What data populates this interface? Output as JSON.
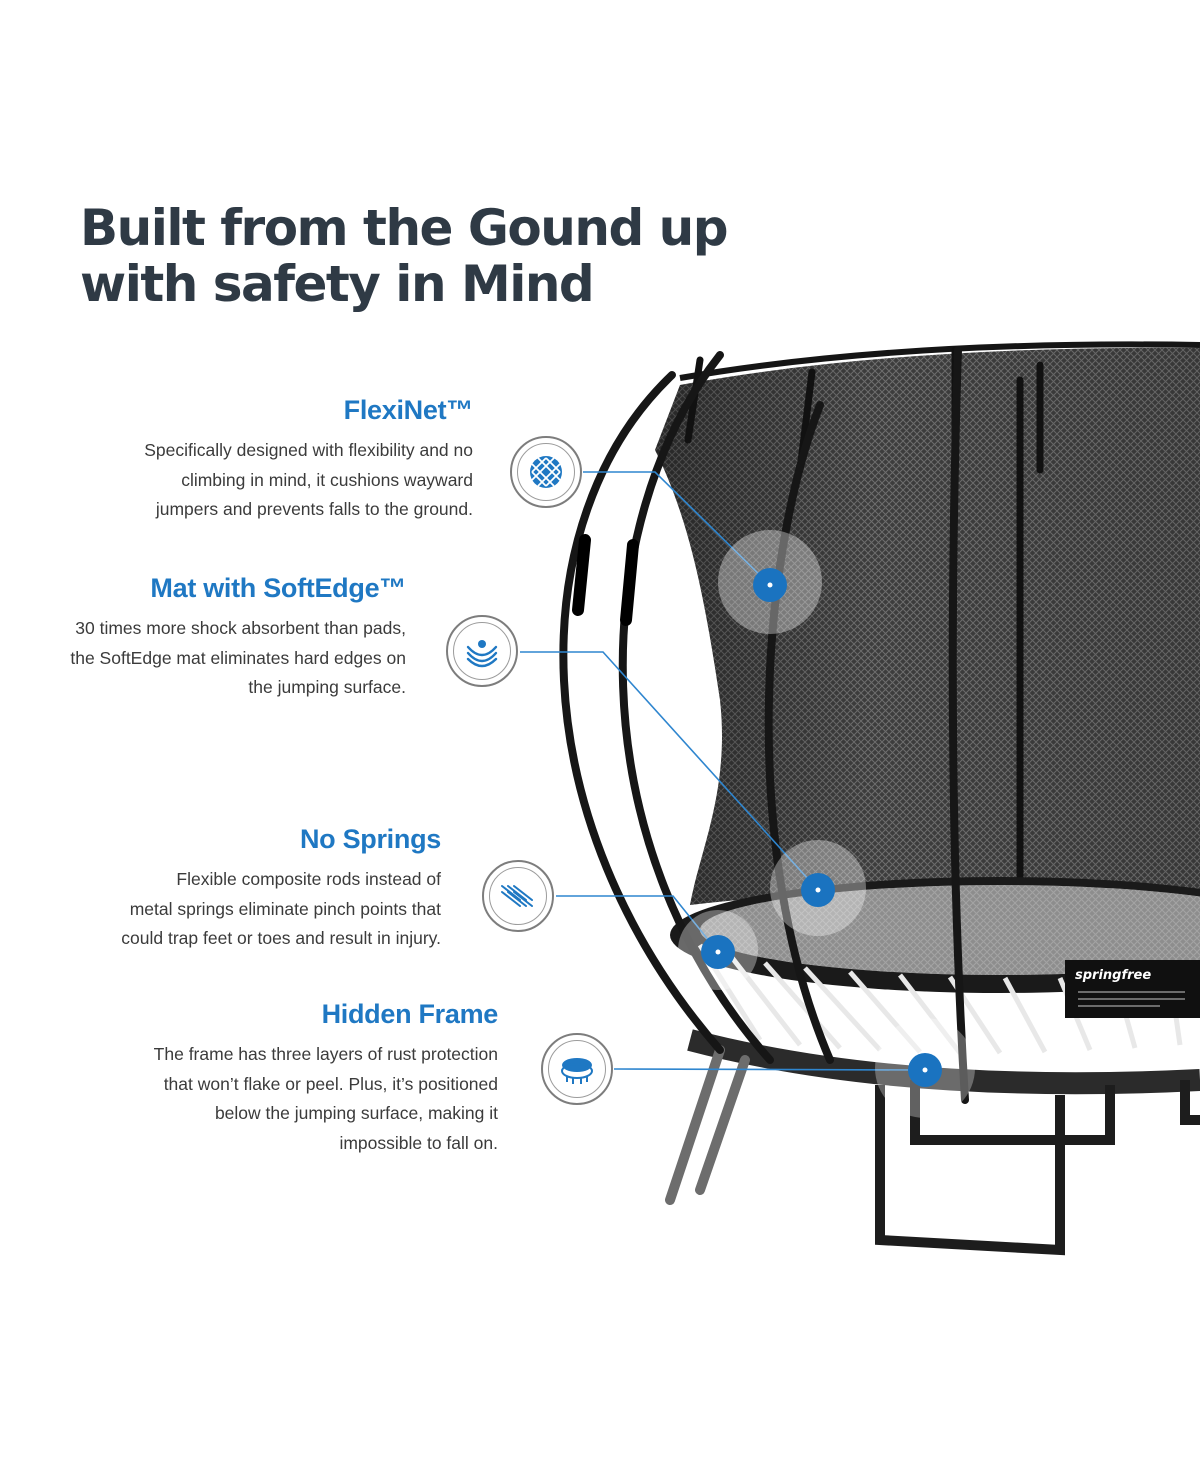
{
  "headline": {
    "line1": "Built from the Gound up",
    "line2": "with safety in Mind"
  },
  "features": [
    {
      "title": "FlexiNet™",
      "lines": [
        "Specifically designed with flexibility and no",
        "climbing in mind, it cushions wayward",
        "jumpers and prevents falls to the ground."
      ],
      "icon": "net-mesh-icon"
    },
    {
      "title": "Mat with SoftEdge™",
      "lines": [
        "30 times more shock absorbent than pads,",
        "the SoftEdge mat eliminates hard edges on",
        "the jumping surface."
      ],
      "icon": "soft-edge-icon"
    },
    {
      "title": "No Springs",
      "lines": [
        "Flexible composite rods instead of",
        "metal springs eliminate pinch points that",
        "could trap feet or toes and result in injury."
      ],
      "icon": "rods-icon"
    },
    {
      "title": "Hidden Frame",
      "lines": [
        "The frame has three layers of rust protection",
        "that won’t flake or peel. Plus, it’s positioned",
        "below the jumping surface, making it",
        "impossible to fall on."
      ],
      "icon": "frame-icon"
    }
  ],
  "product": {
    "brand": "springfree"
  },
  "colors": {
    "accent": "#1f78c3",
    "headline": "#2f3a45",
    "body_text": "#3b3b3b"
  }
}
